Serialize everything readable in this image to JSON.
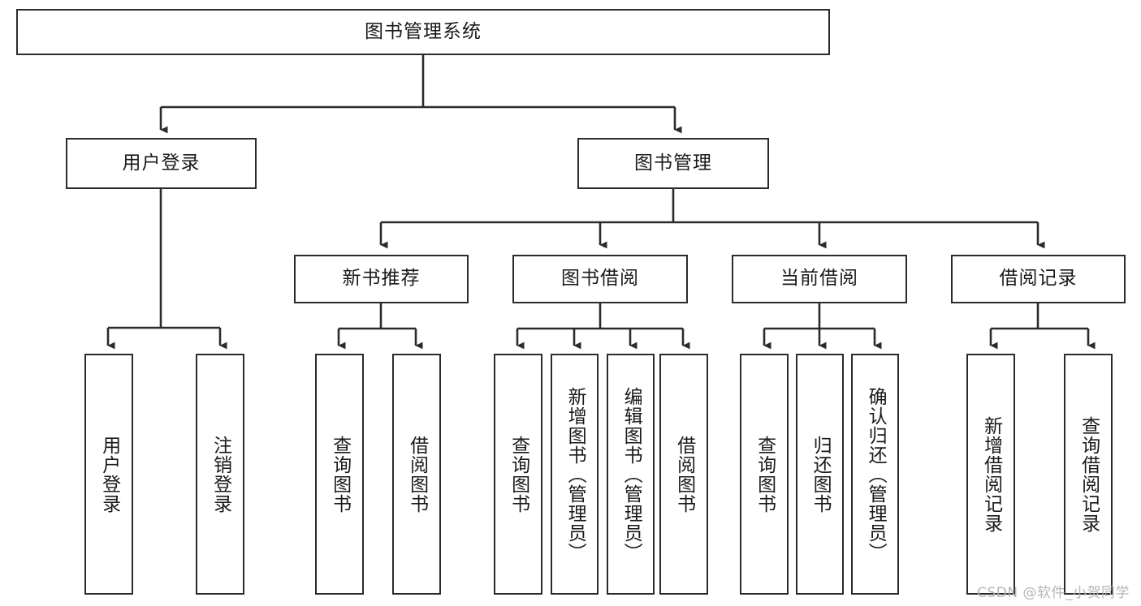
{
  "diagram": {
    "type": "tree",
    "title": "图书管理系统",
    "orientation": "top-down",
    "colors": {
      "box_border": "#2b2b2b",
      "box_fill": "#ffffff",
      "edge": "#2b2b2b",
      "text": "#1a1a1a",
      "watermark": "#b6b6b6",
      "background": "#ffffff"
    },
    "root": {
      "label": "图书管理系统"
    },
    "level2": [
      {
        "label": "用户登录"
      },
      {
        "label": "图书管理"
      }
    ],
    "level3": [
      {
        "label": "新书推荐"
      },
      {
        "label": "图书借阅"
      },
      {
        "label": "当前借阅"
      },
      {
        "label": "借阅记录"
      }
    ],
    "leaves": {
      "user_login": [
        {
          "label": "用户登录"
        },
        {
          "label": "注销登录"
        }
      ],
      "new_book": [
        {
          "label": "查询图书"
        },
        {
          "label": "借阅图书"
        }
      ],
      "book_borrow": [
        {
          "label": "查询图书"
        },
        {
          "label": "新增图书（管理员）"
        },
        {
          "label": "编辑图书（管理员）"
        },
        {
          "label": "借阅图书"
        }
      ],
      "current_borrow": [
        {
          "label": "查询图书"
        },
        {
          "label": "归还图书"
        },
        {
          "label": "确认归还（管理员）"
        }
      ],
      "borrow_record": [
        {
          "label": "新增借阅记录"
        },
        {
          "label": "查询借阅记录"
        }
      ]
    }
  },
  "watermark": {
    "text": "CSDN @软件_小贺同学"
  }
}
